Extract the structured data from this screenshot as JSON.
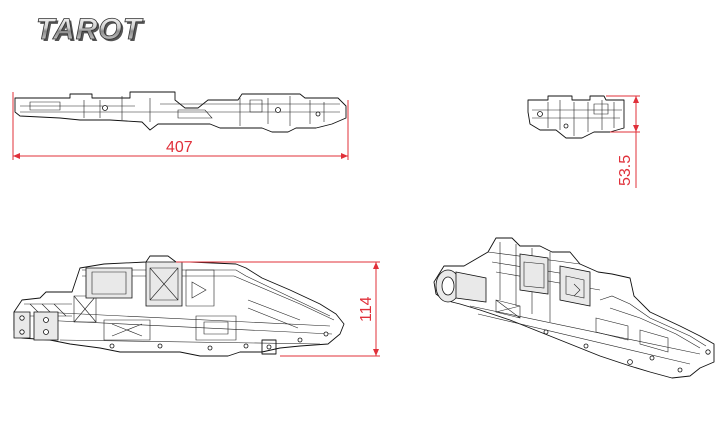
{
  "brand": {
    "logo_text": "TAROT"
  },
  "dimensions": {
    "length": "407",
    "depth": "53.5",
    "height": "114"
  },
  "colors": {
    "dimension": "#e0303a",
    "linework": "#111111",
    "background": "#ffffff"
  }
}
